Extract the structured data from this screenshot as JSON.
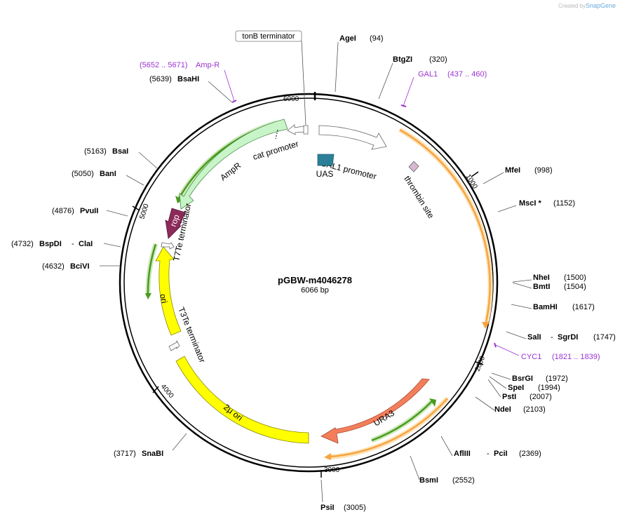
{
  "credit": {
    "created_by": "Created by",
    "brand": "SnapGene"
  },
  "plasmid": {
    "name": "pGBW-m4046278",
    "size": "6066 bp"
  },
  "ticks": [
    "1000",
    "2000",
    "3000",
    "4000",
    "5000",
    "6000"
  ],
  "features": {
    "tonB": "tonB terminator",
    "gal1_promoter": "GAL1 promoter",
    "uas": "UAS",
    "cat_promoter": "cat promoter",
    "ampr": "AmpR",
    "rop": "rop",
    "t7te": "T7Te terminator",
    "ori": "ori",
    "t3te": "T3Te terminator",
    "two_micron": "2μ ori",
    "ura3": "URA3",
    "thrombin": "thrombin site"
  },
  "primers": [
    {
      "name": "Amp-R",
      "range": "(5652 .. 5671)"
    },
    {
      "name": "GAL1",
      "range": "(437 .. 460)"
    },
    {
      "name": "CYC1",
      "range": "(1821 .. 1839)"
    }
  ],
  "sites": [
    {
      "name": "AgeI",
      "pos": "(94)"
    },
    {
      "name": "BtgZI",
      "pos": "(320)"
    },
    {
      "name": "MfeI",
      "pos": "(998)"
    },
    {
      "name": "MscI *",
      "pos": "(1152)"
    },
    {
      "name": "NheI",
      "pos": "(1500)"
    },
    {
      "name": "BmtI",
      "pos": "(1504)"
    },
    {
      "name": "BamHI",
      "pos": "(1617)"
    },
    {
      "name": "SalI",
      "sep": "-",
      "name2": "SgrDI",
      "pos": "(1747)"
    },
    {
      "name": "BsrGI",
      "pos": "(1972)"
    },
    {
      "name": "SpeI",
      "pos": "(1994)"
    },
    {
      "name": "PstI",
      "pos": "(2007)"
    },
    {
      "name": "NdeI",
      "pos": "(2103)"
    },
    {
      "name": "AflIII",
      "sep": "-",
      "name2": "PciI",
      "pos": "(2369)"
    },
    {
      "name": "BsmI",
      "pos": "(2552)"
    },
    {
      "name": "PsiI",
      "pos": "(3005)"
    },
    {
      "name": "SnaBI",
      "pos": "(3717)"
    },
    {
      "name": "BciVI",
      "pos": "(4632)"
    },
    {
      "name": "BspDI",
      "sep": "-",
      "name2": "ClaI",
      "pos": "(4732)"
    },
    {
      "name": "PvuII",
      "pos": "(4876)"
    },
    {
      "name": "BanI",
      "pos": "(5050)"
    },
    {
      "name": "BsaI",
      "pos": "(5163)"
    },
    {
      "name": "BsaHI",
      "pos": "(5639)"
    }
  ],
  "colors": {
    "backbone": "#000000",
    "orange_arrow": "#f7a440",
    "orange_glow": "#fde3b8",
    "green_arrow": "#4b9a1e",
    "green_glow": "#cdeabc",
    "ampr_fill": "#c8f5c8",
    "rop_fill": "#8c2a5a",
    "ori_fill": "#ffff00",
    "ura3_fill": "#f37e5c",
    "uas_fill": "#2b7f97",
    "primer": "#9b34d1"
  }
}
